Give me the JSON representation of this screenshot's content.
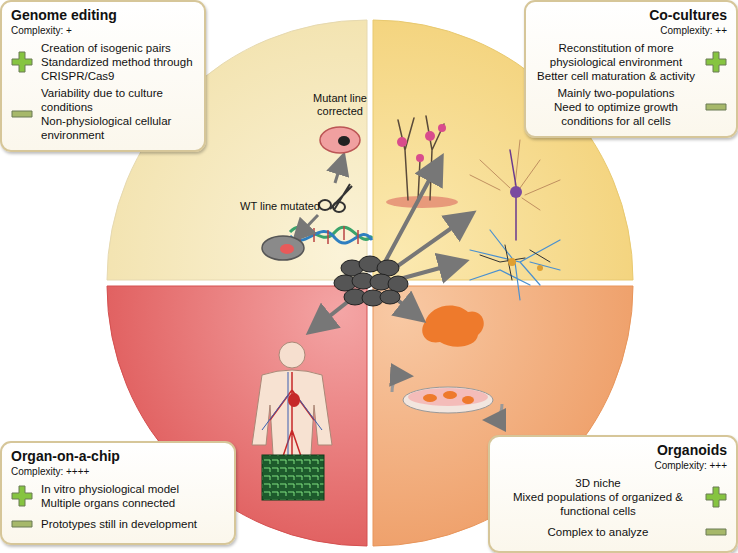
{
  "diagram": {
    "nodes": [
      {
        "text": [
          "Genome editing",
          "Complexity: +",
          "Creation of isogenic pairs",
          "Standardized method through CRISPR/Cas9",
          "Variability due to culture conditions",
          "Non-physiological cellular environment"
        ]
      },
      {
        "text": [
          "Co-cultures",
          "Complexity: ++",
          "Reconstitution of more physiological environment",
          "Better cell maturation & activity",
          "Mainly two-populations",
          "Need to optimize growth conditions for all cells"
        ]
      },
      {
        "text": [
          "Organ-on-a-chip",
          "Complexity: ++++",
          "In vitro physiological model",
          "Multiple organs connected",
          "Prototypes still in development"
        ]
      },
      {
        "text": [
          "Organoids",
          "Complexity: +++",
          "3D niche",
          "Mixed populations of organized & functional cells",
          "Complex to analyze"
        ]
      }
    ],
    "labels": [
      "Mutant line corrected",
      "WT line mutated"
    ]
  }
}
